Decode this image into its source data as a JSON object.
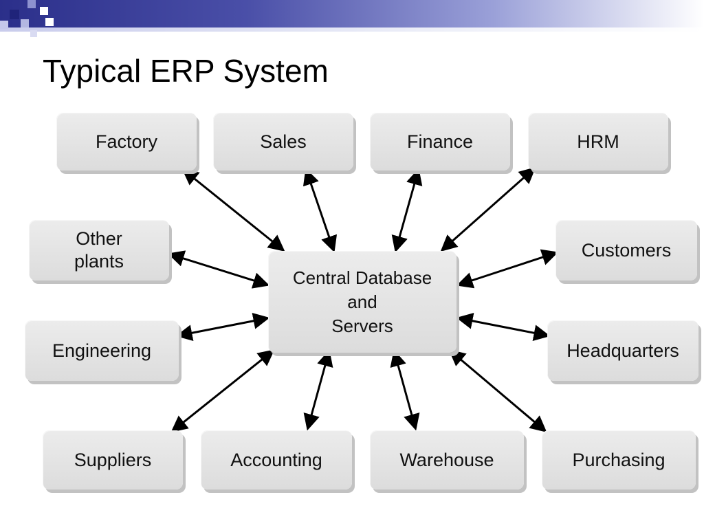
{
  "slide": {
    "title": "Typical ERP System",
    "accent_colors": [
      "#2b2f8a",
      "#9aa0d8"
    ]
  },
  "diagram": {
    "nodes": {
      "center": "Central Database\nand\nServers",
      "factory": "Factory",
      "sales": "Sales",
      "finance": "Finance",
      "hrm": "HRM",
      "other_plants": "Other\nplants",
      "customers": "Customers",
      "engineering": "Engineering",
      "headquarters": "Headquarters",
      "suppliers": "Suppliers",
      "accounting": "Accounting",
      "warehouse": "Warehouse",
      "purchasing": "Purchasing"
    },
    "edges": [
      {
        "from": "center",
        "to": "factory",
        "type": "bidirectional-arrow"
      },
      {
        "from": "center",
        "to": "sales",
        "type": "bidirectional-arrow"
      },
      {
        "from": "center",
        "to": "finance",
        "type": "bidirectional-arrow"
      },
      {
        "from": "center",
        "to": "hrm",
        "type": "bidirectional-arrow"
      },
      {
        "from": "center",
        "to": "other_plants",
        "type": "bidirectional-arrow"
      },
      {
        "from": "center",
        "to": "customers",
        "type": "bidirectional-arrow"
      },
      {
        "from": "center",
        "to": "engineering",
        "type": "bidirectional-arrow"
      },
      {
        "from": "center",
        "to": "headquarters",
        "type": "bidirectional-arrow"
      },
      {
        "from": "center",
        "to": "suppliers",
        "type": "bidirectional-arrow"
      },
      {
        "from": "center",
        "to": "accounting",
        "type": "bidirectional-arrow"
      },
      {
        "from": "center",
        "to": "warehouse",
        "type": "bidirectional-arrow"
      },
      {
        "from": "center",
        "to": "purchasing",
        "type": "bidirectional-arrow"
      }
    ]
  }
}
